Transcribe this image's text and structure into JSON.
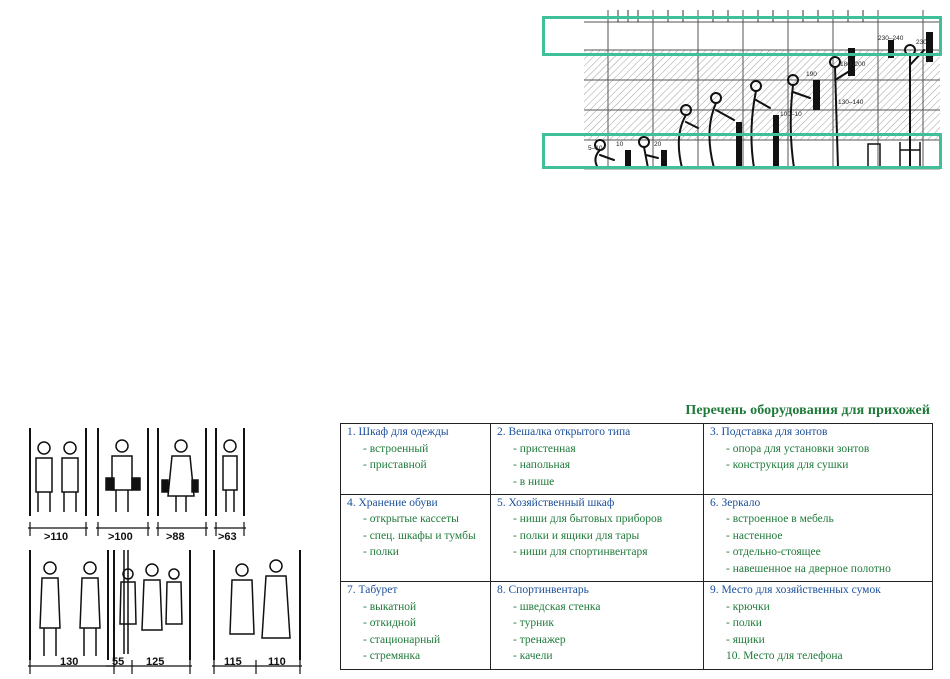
{
  "anthropometry": {
    "dimension_labels": [
      "230–240",
      "230",
      "180–200",
      "190",
      "130–140",
      "100–10",
      "10",
      "20",
      "5–10"
    ]
  },
  "figures": {
    "top_row_labels": [
      ">110",
      ">100",
      ">88",
      ">63"
    ],
    "bottom_row_labels": [
      "130",
      "55",
      "125",
      "115",
      "110"
    ]
  },
  "equipment": {
    "title": "Перечень оборудования для прихожей",
    "rows": [
      [
        {
          "head": "1. Шкаф для одежды",
          "items": [
            "- встроенный",
            "- приставной"
          ]
        },
        {
          "head": "2. Вешалка открытого типа",
          "items": [
            "- пристенная",
            "- напольная",
            "- в нише"
          ]
        },
        {
          "head": "3. Подставка для зонтов",
          "items": [
            "- опора для установки зонтов",
            "- конструкция для сушки"
          ]
        }
      ],
      [
        {
          "head": "4. Хранение обуви",
          "items": [
            "- открытые кассеты",
            "- спец. шкафы и тумбы",
            "- полки"
          ]
        },
        {
          "head": "5. Хозяйственный шкаф",
          "items": [
            "- ниши для бытовых приборов",
            "- полки и ящики для тары",
            "- ниши для спортинвентаря"
          ]
        },
        {
          "head": "6. Зеркало",
          "items": [
            "- встроенное в мебель",
            "- настенное",
            "- отдельно-стоящее",
            "- навешенное на дверное полотно"
          ]
        }
      ],
      [
        {
          "head": "7. Табурет",
          "items": [
            "- выкатной",
            "- откидной",
            "- стационарный",
            "- стремянка"
          ]
        },
        {
          "head": "8. Спортинвентарь",
          "items": [
            "- шведская стенка",
            "- турник",
            "- тренажер",
            "- качели"
          ]
        },
        {
          "head": "9. Место для хозяйственных сумок",
          "items": [
            "- крючки",
            "- полки",
            "- ящики"
          ],
          "extra": "10. Место для телефона"
        }
      ]
    ]
  }
}
